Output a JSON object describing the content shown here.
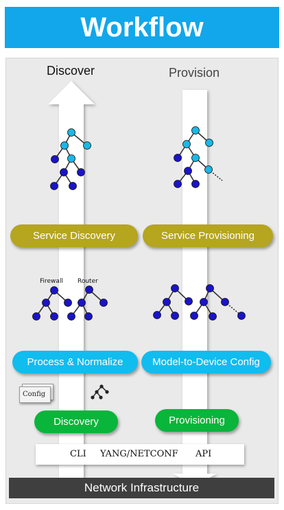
{
  "title": "Workflow",
  "columns": {
    "discover": "Discover",
    "provision": "Provision"
  },
  "stages": {
    "service_discovery": "Service Discovery",
    "service_provisioning": "Service Provisioning",
    "process_normalize": "Process & Normalize",
    "model_to_device": "Model-to-Device Config",
    "discovery": "Discovery",
    "provisioning": "Provisioning"
  },
  "device_labels": {
    "firewall": "Firewall",
    "router": "Router"
  },
  "config_label": "Config",
  "protocols": {
    "cli": "CLI",
    "yang": "YANG/NETCONF",
    "api": "API"
  },
  "infrastructure": "Network Infrastructure",
  "colors": {
    "title_bar": "#11a7ea",
    "service_pill": "#b5a51f",
    "process_pill": "#11bcef",
    "discovery_pill": "#09b53a",
    "node_dark": "#1a14c8",
    "node_light": "#19b8e6",
    "infrastructure_bar": "#3f3f3f"
  }
}
